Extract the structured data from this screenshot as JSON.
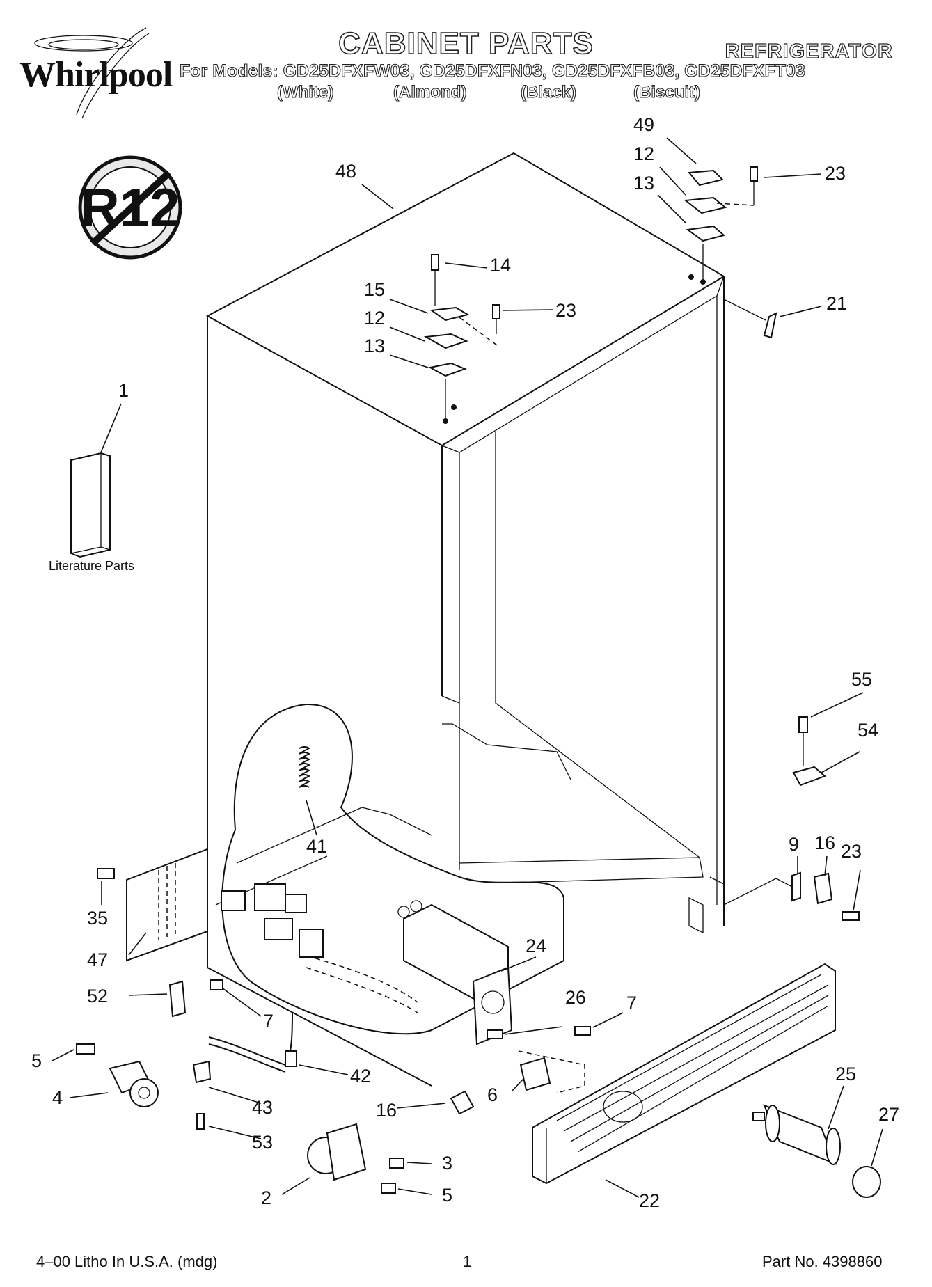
{
  "header": {
    "brand": "Whirlpool",
    "title": "CABINET PARTS",
    "category": "REFRIGERATOR",
    "models_line": "For Models: GD25DFXFW03, GD25DFXFN03, GD25DFXFB03, GD25DFXFT03",
    "colors": [
      "(White)",
      "(Almond)",
      "(Black)",
      "(Biscuit)"
    ],
    "badge_text": "R12"
  },
  "literature_label": "Literature Parts",
  "footer": {
    "left": "4–00 Litho In U.S.A. (mdg)",
    "page": "1",
    "part_no": "Part No. 4398860"
  },
  "callouts": [
    "48",
    "49",
    "12",
    "13",
    "23",
    "14",
    "15",
    "12",
    "13",
    "23",
    "21",
    "1",
    "41",
    "55",
    "54",
    "9",
    "16",
    "23",
    "24",
    "35",
    "47",
    "52",
    "7",
    "26",
    "7",
    "5",
    "4",
    "42",
    "43",
    "53",
    "16",
    "6",
    "25",
    "27",
    "3",
    "2",
    "5",
    "22"
  ]
}
